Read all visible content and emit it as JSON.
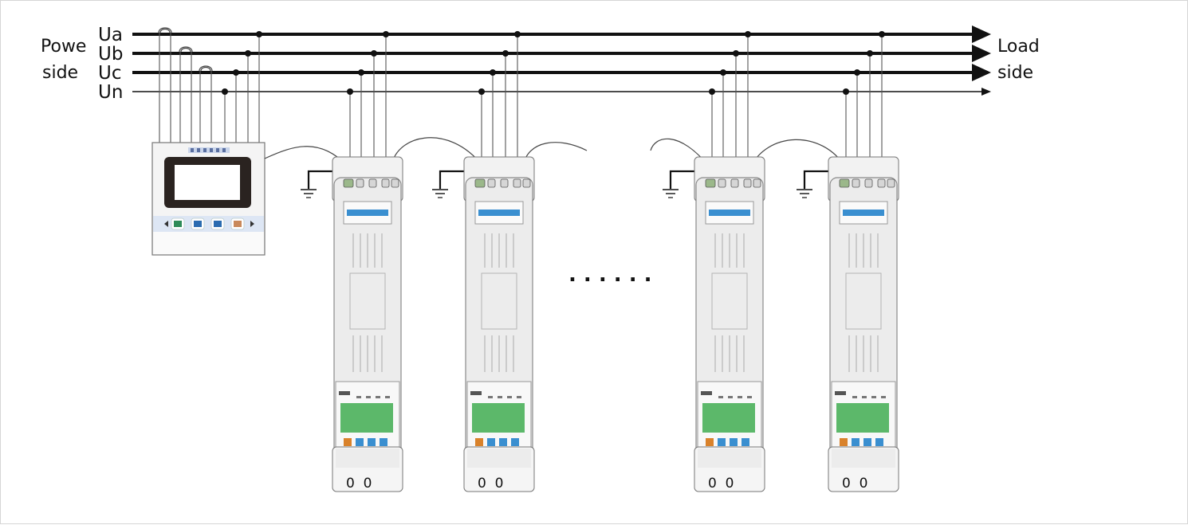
{
  "power_side": {
    "line1": "Powe",
    "line2": "side"
  },
  "load_side": {
    "line1": "Load",
    "line2": "side"
  },
  "buses": [
    {
      "label": "Ua",
      "heavy": true
    },
    {
      "label": "Ub",
      "heavy": true
    },
    {
      "label": "Uc",
      "heavy": true
    },
    {
      "label": "Un",
      "heavy": false
    }
  ],
  "ellipsis": ". . . . . .",
  "controller": {
    "screen_color": "#ffffff",
    "key_colors": [
      "#2e8b57",
      "#2b6cb0",
      "#2b6cb0",
      "#c9895a"
    ]
  },
  "module": {
    "count": 4,
    "display_color": "#5cb86a",
    "label_color": "#3a8fd0",
    "key_colors": [
      "#d9822b",
      "#3a8fd0",
      "#3a8fd0",
      "#3a8fd0"
    ],
    "foot_text": "0  0"
  }
}
